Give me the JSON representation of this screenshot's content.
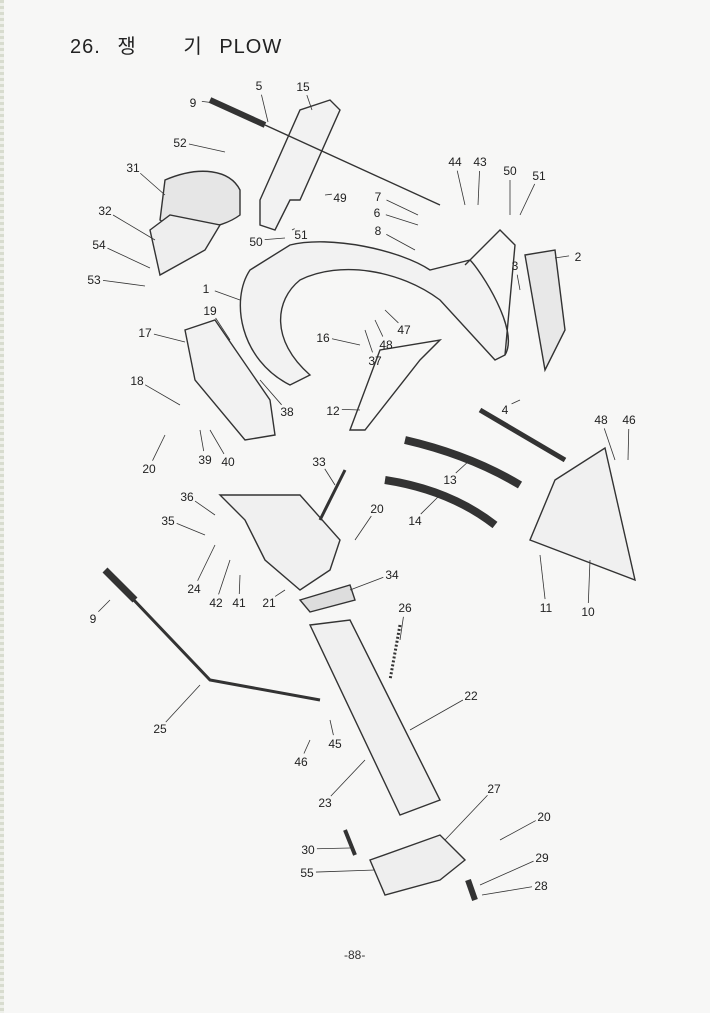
{
  "header": {
    "section_number": "26.",
    "title_korean_1": "쟁",
    "title_korean_2": "기",
    "title_english": "PLOW"
  },
  "callouts": [
    "9",
    "5",
    "15",
    "52",
    "31",
    "32",
    "54",
    "53",
    "44",
    "43",
    "50",
    "51",
    "49",
    "7",
    "6",
    "8",
    "50",
    "51",
    "2",
    "3",
    "1",
    "19",
    "17",
    "16",
    "47",
    "48",
    "37",
    "18",
    "38",
    "12",
    "4",
    "48",
    "46",
    "20",
    "39",
    "40",
    "33",
    "13",
    "36",
    "35",
    "20",
    "14",
    "24",
    "42",
    "41",
    "21",
    "34",
    "11",
    "10",
    "9",
    "26",
    "22",
    "25",
    "45",
    "46",
    "27",
    "23",
    "20",
    "30",
    "29",
    "55",
    "28"
  ],
  "footer": {
    "page_number": "-88-"
  }
}
